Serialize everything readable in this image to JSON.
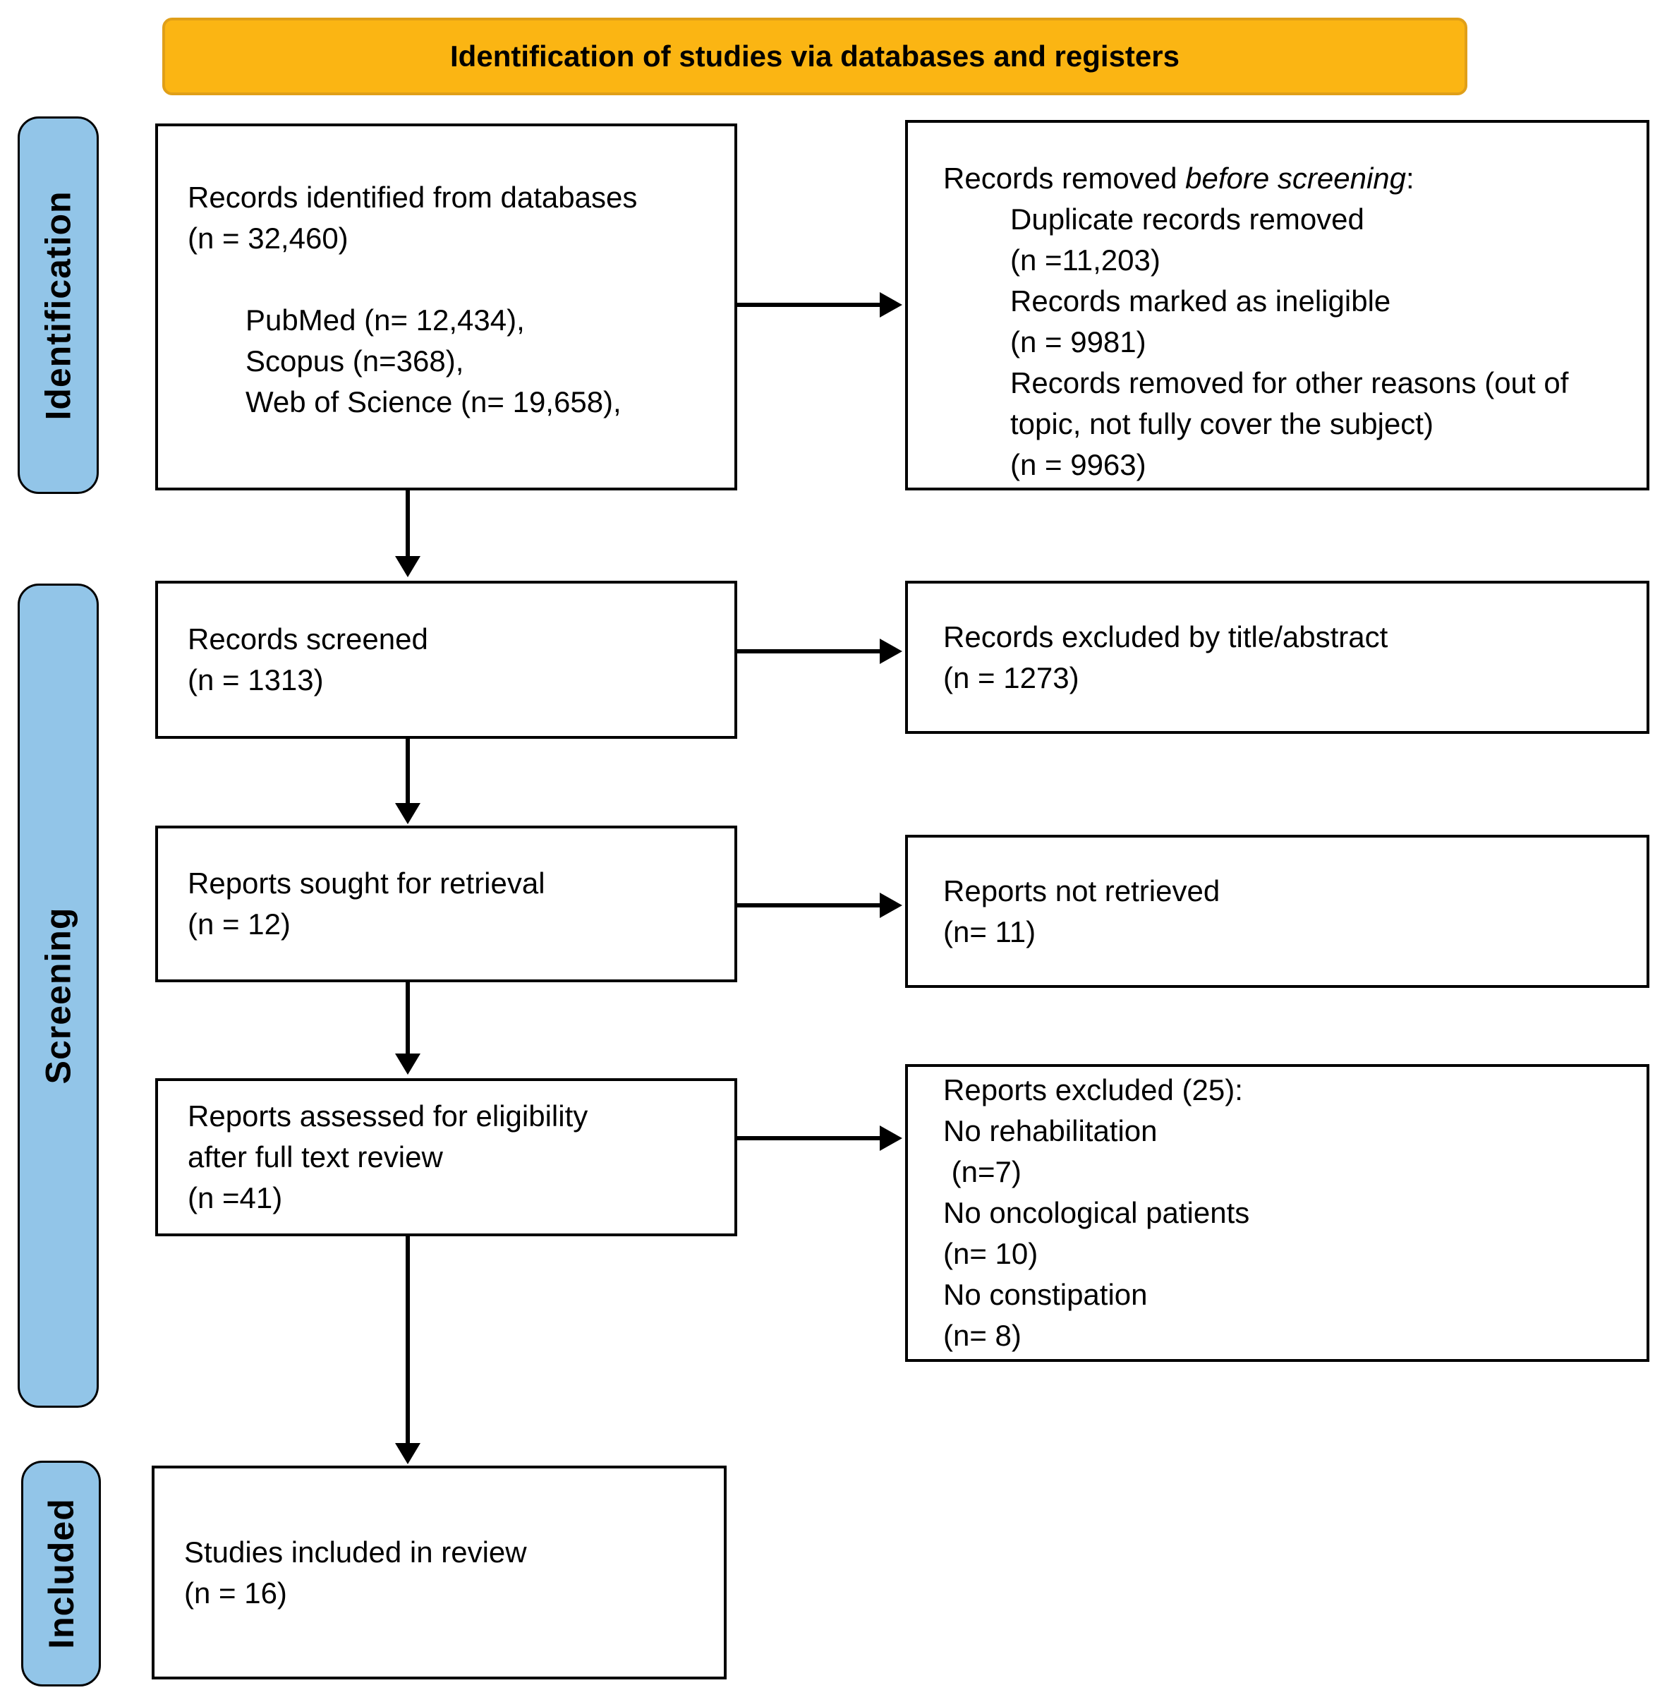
{
  "banner": {
    "title": "Identification of studies via databases and registers"
  },
  "stages": {
    "identification": "Identification",
    "screening": "Screening",
    "included": "Included"
  },
  "boxes": {
    "records_identified": {
      "line1": "Records identified from databases",
      "line2": "(n = 32,460)",
      "sources": [
        "PubMed (n= 12,434),",
        "Scopus (n=368),",
        "Web of Science (n= 19,658),"
      ]
    },
    "records_removed": {
      "title_prefix": "Records removed ",
      "title_italic": "before screening",
      "title_suffix": ":",
      "items": [
        "Duplicate records removed",
        "(n =11,203)",
        "Records marked as ineligible",
        "(n = 9981)",
        "Records removed for other reasons (out of topic, not fully cover the subject)",
        "(n = 9963)"
      ]
    },
    "records_screened": {
      "line1": "Records screened",
      "line2": "(n = 1313)"
    },
    "records_excluded": {
      "line1": "Records excluded by title/abstract",
      "line2": "(n = 1273)"
    },
    "reports_sought": {
      "line1": "Reports sought for retrieval",
      "line2": "(n = 12)"
    },
    "reports_not_retrieved": {
      "line1": "Reports not retrieved",
      "line2": "(n= 11)"
    },
    "reports_assessed": {
      "line1": "Reports assessed for eligibility",
      "line2": "after full text review",
      "line3": "(n =41)"
    },
    "reports_excluded": {
      "lines": [
        "Reports excluded (25):",
        "No rehabilitation",
        " (n=7)",
        "No oncological patients",
        "(n= 10)",
        "No constipation",
        "(n= 8)"
      ]
    },
    "studies_included": {
      "line1": "Studies included in review",
      "line2": "(n = 16)"
    }
  }
}
